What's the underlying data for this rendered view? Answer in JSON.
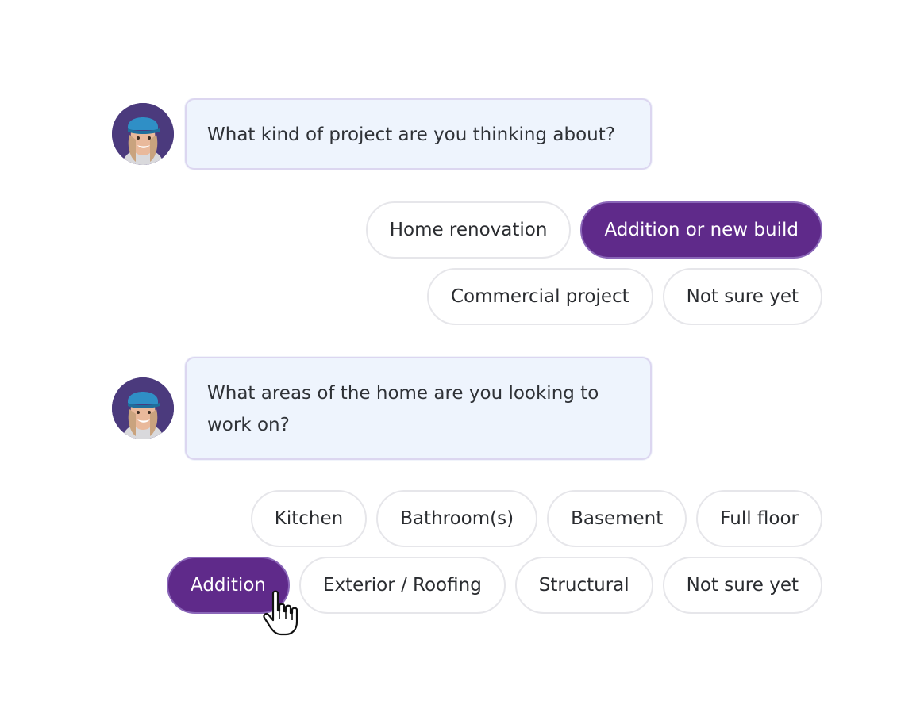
{
  "colors": {
    "accent": "#5f2a8a",
    "bubble_bg": "#eef4fd",
    "chip_border": "#e6e6ea",
    "avatar_bg": "#4b3a7d"
  },
  "conversation": [
    {
      "question": "What kind of project are you thinking about?",
      "avatar_icon": "person-avatar-icon",
      "option_rows": [
        [
          {
            "label": "Home renovation",
            "selected": false
          },
          {
            "label": "Addition or new build",
            "selected": true
          }
        ],
        [
          {
            "label": "Commercial project",
            "selected": false
          },
          {
            "label": "Not sure yet",
            "selected": false
          }
        ]
      ]
    },
    {
      "question": "What areas of the home are you looking to work on?",
      "avatar_icon": "person-avatar-icon",
      "option_rows": [
        [
          {
            "label": "Kitchen",
            "selected": false
          },
          {
            "label": "Bathroom(s)",
            "selected": false
          },
          {
            "label": "Basement",
            "selected": false
          },
          {
            "label": "Full floor",
            "selected": false
          }
        ],
        [
          {
            "label": "Addition",
            "selected": true
          },
          {
            "label": "Exterior / Roofing",
            "selected": false
          },
          {
            "label": "Structural",
            "selected": false
          },
          {
            "label": "Not sure yet",
            "selected": false
          }
        ]
      ]
    }
  ],
  "cursor_icon": "hand-pointer-icon"
}
